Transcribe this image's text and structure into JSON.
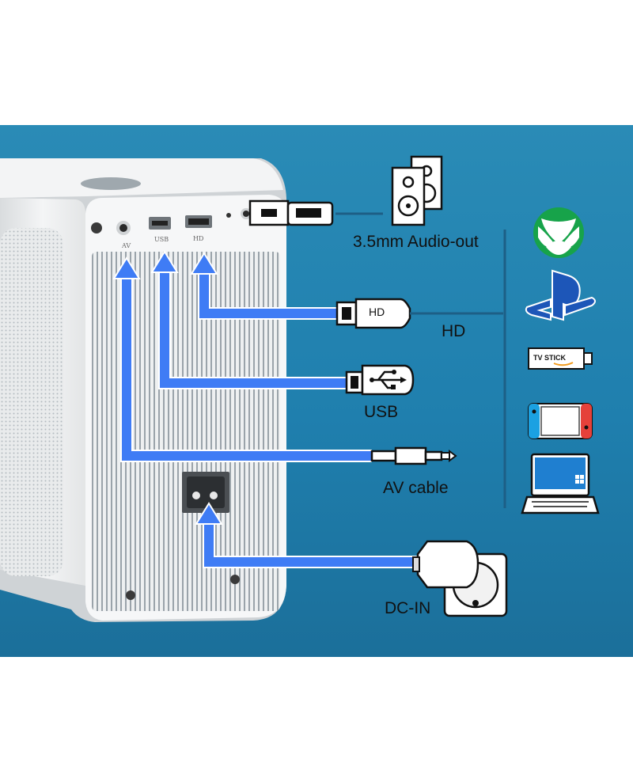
{
  "colors": {
    "background": "#1f7fae",
    "arrow": "#2f6ef3",
    "device": "#f2f3f4",
    "label_text": "#111111"
  },
  "ports": {
    "av": "AV",
    "usb": "USB",
    "hd": "HD"
  },
  "connections": {
    "audio": "3.5mm Audio-out",
    "hd": "HD",
    "usb": "USB",
    "av": "AV cable",
    "dc": "DC-IN"
  },
  "plugs": {
    "hd": "HD"
  },
  "devices": {
    "tv_stick": "TV STICK",
    "icons": [
      "xbox-icon",
      "playstation-icon",
      "tv-stick-icon",
      "switch-icon",
      "laptop-icon"
    ]
  }
}
